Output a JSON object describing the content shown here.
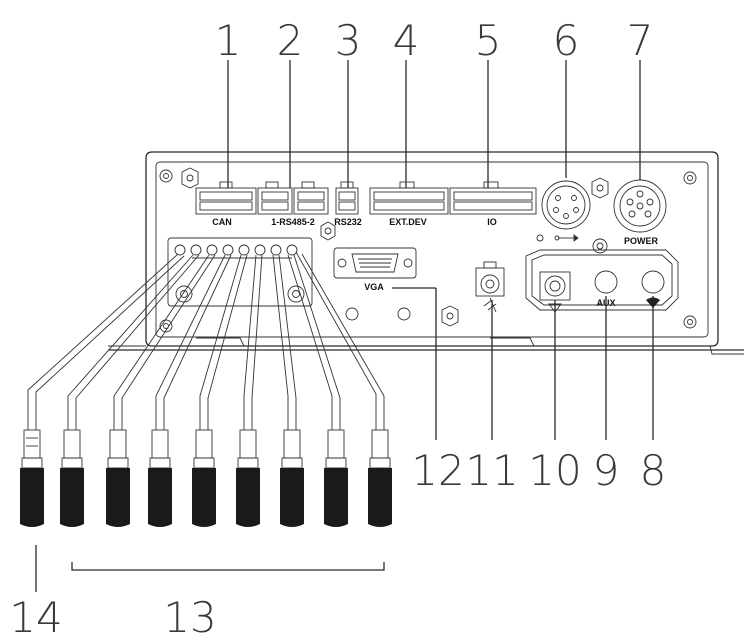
{
  "callouts": {
    "c1": "1",
    "c2": "2",
    "c3": "3",
    "c4": "4",
    "c5": "5",
    "c6": "6",
    "c7": "7",
    "c8": "8",
    "c9": "9",
    "c10": "10",
    "c11": "11",
    "c12": "12",
    "c13": "13",
    "c14": "14"
  },
  "panel_labels": {
    "can": "CAN",
    "rs485": "1-RS485-2",
    "rs232": "RS232",
    "ext_dev": "EXT.DEV",
    "io": "IO",
    "power": "POWER",
    "vga": "VGA",
    "aux": "AUX"
  },
  "icons": [
    "usb-icon",
    "gps-antenna-icon",
    "wifi-icon",
    "network-icon",
    "screw-icon"
  ],
  "colors": {
    "line": "#2a2a2a",
    "text": "#3a3a3a",
    "background": "#ffffff"
  }
}
